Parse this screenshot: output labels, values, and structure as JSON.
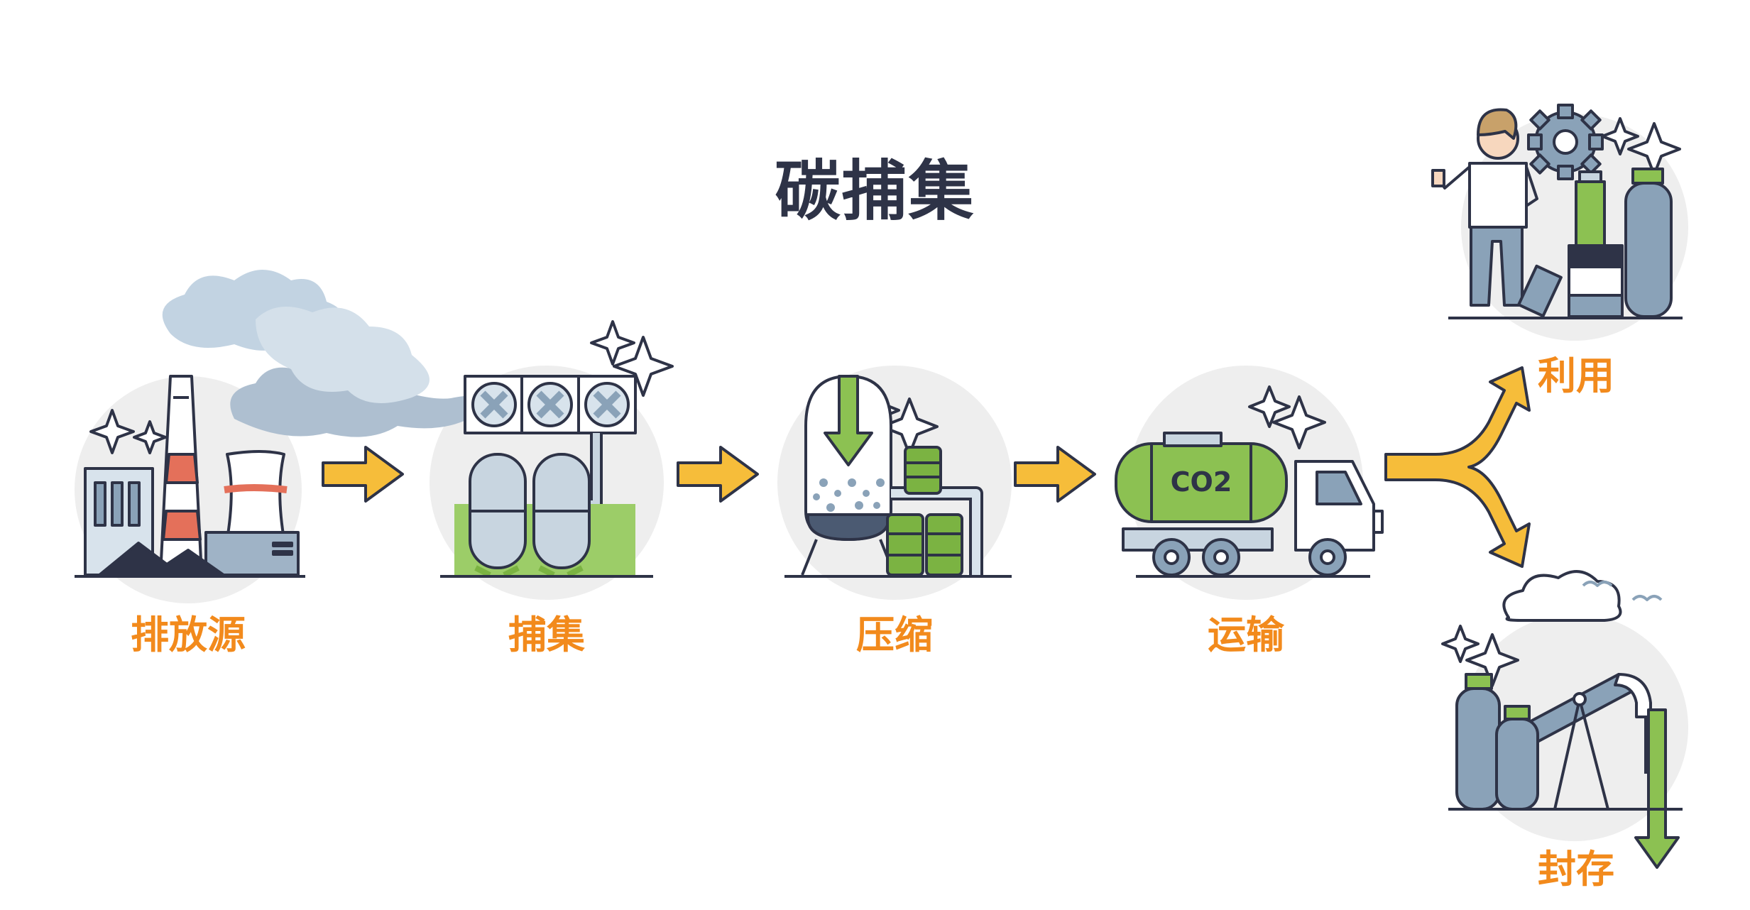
{
  "title": "碳捕集",
  "stages": [
    {
      "label": "排放源",
      "icon": "factory-icon"
    },
    {
      "label": "捕集",
      "icon": "capture-tanks-icon"
    },
    {
      "label": "压缩",
      "icon": "compressor-icon"
    },
    {
      "label": "运输",
      "icon": "tanker-truck-icon"
    },
    {
      "label": "利用",
      "icon": "utilization-icon"
    },
    {
      "label": "封存",
      "icon": "storage-pump-icon"
    }
  ],
  "truck_tank_text": "CO2",
  "colors": {
    "title": "#2e3347",
    "label": "#f28a1c",
    "arrow": "#f6bd3a",
    "green": "#7bb342",
    "steel": "#8aa2b8",
    "outline": "#2e3347",
    "circle": "#eeeeee"
  }
}
